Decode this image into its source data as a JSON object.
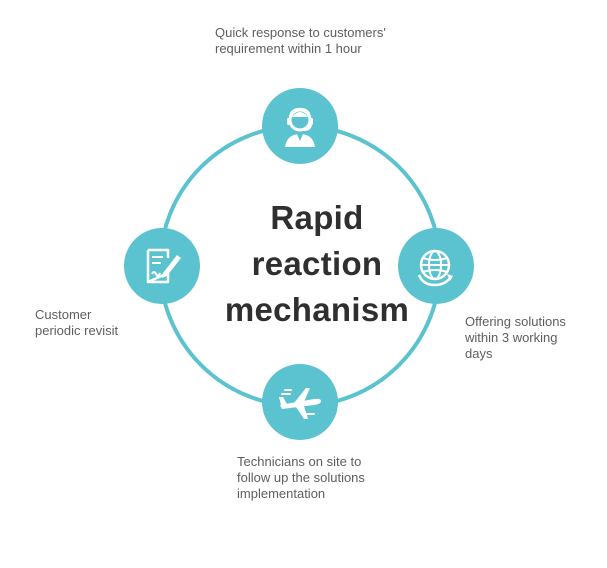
{
  "diagram": {
    "center_title": "Rapid\nreaction\nmechanism",
    "colors": {
      "ring": "#5bc3cf",
      "node_fill": "#5bc3cf",
      "icon": "#ffffff",
      "label_text": "#5e5e5e",
      "title_text": "#2f2f2f"
    },
    "nodes": [
      {
        "id": "top",
        "icon": "customer-service-agent-icon",
        "label": "Quick response to customers'\nrequirement within 1 hour"
      },
      {
        "id": "right",
        "icon": "globe-icon",
        "label": "Offering solutions\nwithin 3 working\ndays"
      },
      {
        "id": "bottom",
        "icon": "airplane-icon",
        "label": "Technicians on site to\nfollow up the solutions\nimplementation"
      },
      {
        "id": "left",
        "icon": "document-pen-icon",
        "label": "Customer\nperiodic revisit"
      }
    ]
  }
}
